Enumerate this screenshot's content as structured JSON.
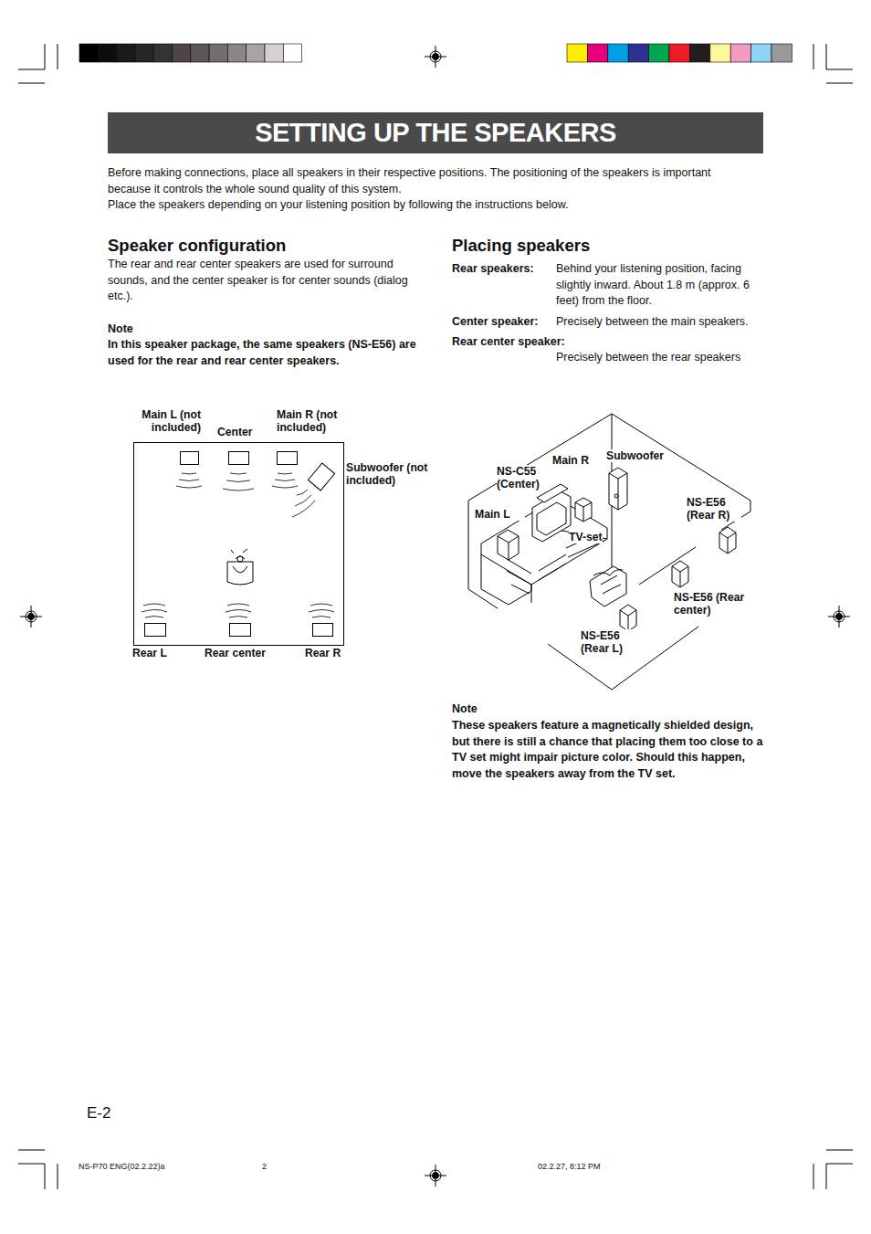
{
  "diagram": {
    "title": "SETTING UP THE SPEAKERS",
    "labels": [
      "Before making connections, place all speakers in their respective positions. The positioning of the speakers is important because it controls the whole sound quality of this system.",
      "Place the speakers depending on your listening position by following the instructions below.",
      "Speaker configuration",
      "The rear and rear center speakers are used for surround sounds, and the center speaker is for center sounds (dialog etc.).",
      "Note",
      "In this speaker package, the same speakers (NS-E56) are used for the rear and rear center speakers.",
      "Placing speakers",
      "Rear speakers:",
      "Behind your listening position, facing slightly inward. About 1.8 m (approx. 6 feet) from the floor.",
      "Center speaker:",
      "Precisely between the main speakers.",
      "Rear center speaker:",
      "Precisely between the rear speakers",
      "Main L (not included)",
      "Center",
      "Main R (not included)",
      "Subwoofer (not included)",
      "Rear L",
      "Rear center",
      "Rear R",
      "NS-C55 (Center)",
      "Main R",
      "Subwoofer",
      "Main L",
      "NS-E56 (Rear R)",
      "TV-set",
      "NS-E56 (Rear center)",
      "NS-E56 (Rear L)",
      "Note",
      "These speakers feature a magnetically shielded design, but there is still a chance that placing them too close to a TV set might impair picture color. Should this happen, move the speakers away from the TV set.",
      "E-2",
      "NS-P70 ENG(02.2.22)a",
      "2",
      "02.2.27, 8:12 PM"
    ]
  }
}
